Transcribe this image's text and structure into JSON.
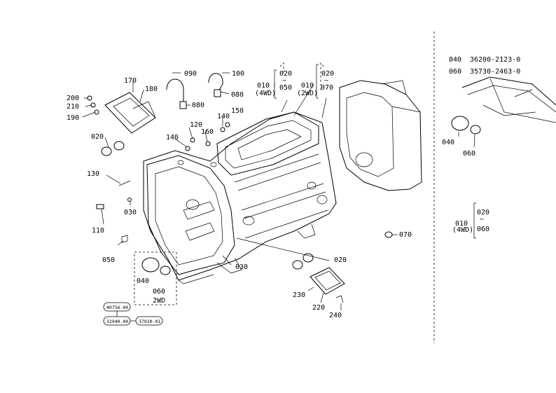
{
  "callouts": {
    "c010_4wd_left": "010",
    "c4wd_left": "(4WD)",
    "c020_top_a": "020",
    "c050_top": "050",
    "c010_2wd": "010",
    "c2wd": "(2WD)",
    "c020_top_b": "020",
    "c070_top": "070",
    "c090": "090",
    "c100": "100",
    "c170": "170",
    "c180": "180",
    "c200": "200",
    "c210": "210",
    "c190": "190",
    "c080_a": "080",
    "c080_b": "080",
    "c140_a": "140",
    "c150": "150",
    "c120": "120",
    "c160": "160",
    "c140_b": "140",
    "c020_left": "020",
    "c130": "130",
    "c030_a": "030",
    "c110": "110",
    "c050_left": "050",
    "c030_b": "030",
    "c040_left": "040",
    "c060_left": "060",
    "c2wd_box": "2WD",
    "c020_right": "020",
    "c070_right": "070",
    "c230": "230",
    "c220": "220",
    "c240": "240",
    "c040_r": "040",
    "c060_r": "060",
    "c010_4wd_r": "010",
    "c4wd_r": "(4WD)",
    "c020_r": "020",
    "c060_r2": "060"
  },
  "part_list": [
    {
      "ref": "040",
      "part_no": "36200-2123-0"
    },
    {
      "ref": "060",
      "part_no": "35730-2463-0"
    }
  ],
  "stamps": [
    "40756-00",
    "32940-00",
    "37020-01"
  ],
  "tilde": "~"
}
